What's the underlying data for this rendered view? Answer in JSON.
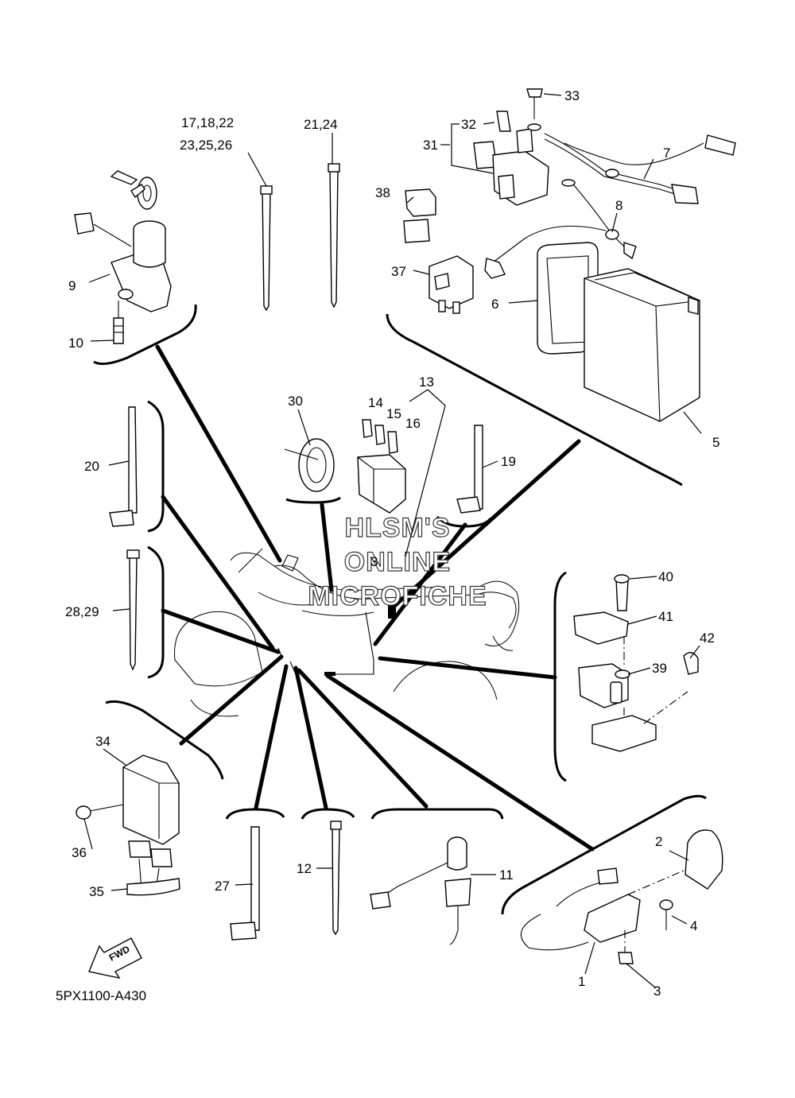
{
  "diagram_code": "5PX1100-A430",
  "fwd_label": "FWD",
  "watermark": [
    "HLSM'S",
    "ONLINE",
    "MICROFICHE"
  ],
  "callouts": {
    "c1": "1",
    "c2": "2",
    "c3": "3",
    "c4": "4",
    "c5": "5",
    "c6": "6",
    "c7": "7",
    "c8": "8",
    "c9": "9",
    "c10": "10",
    "c11": "11",
    "c12": "12",
    "c13": "13",
    "c14": "14",
    "c15": "15",
    "c16": "16",
    "c19": "19",
    "c20": "20",
    "c27": "27",
    "c30": "30",
    "c31": "31",
    "c32": "32",
    "c33": "33",
    "c34": "34",
    "c35": "35",
    "c36": "36",
    "c37": "37",
    "c38": "38",
    "c39": "39",
    "c40": "40",
    "c41": "41",
    "c42": "42",
    "c17_22": "17,18,22",
    "c23_26": "23,25,26",
    "c21_24": "21,24",
    "c28_29": "28,29",
    "c3b": "3"
  }
}
